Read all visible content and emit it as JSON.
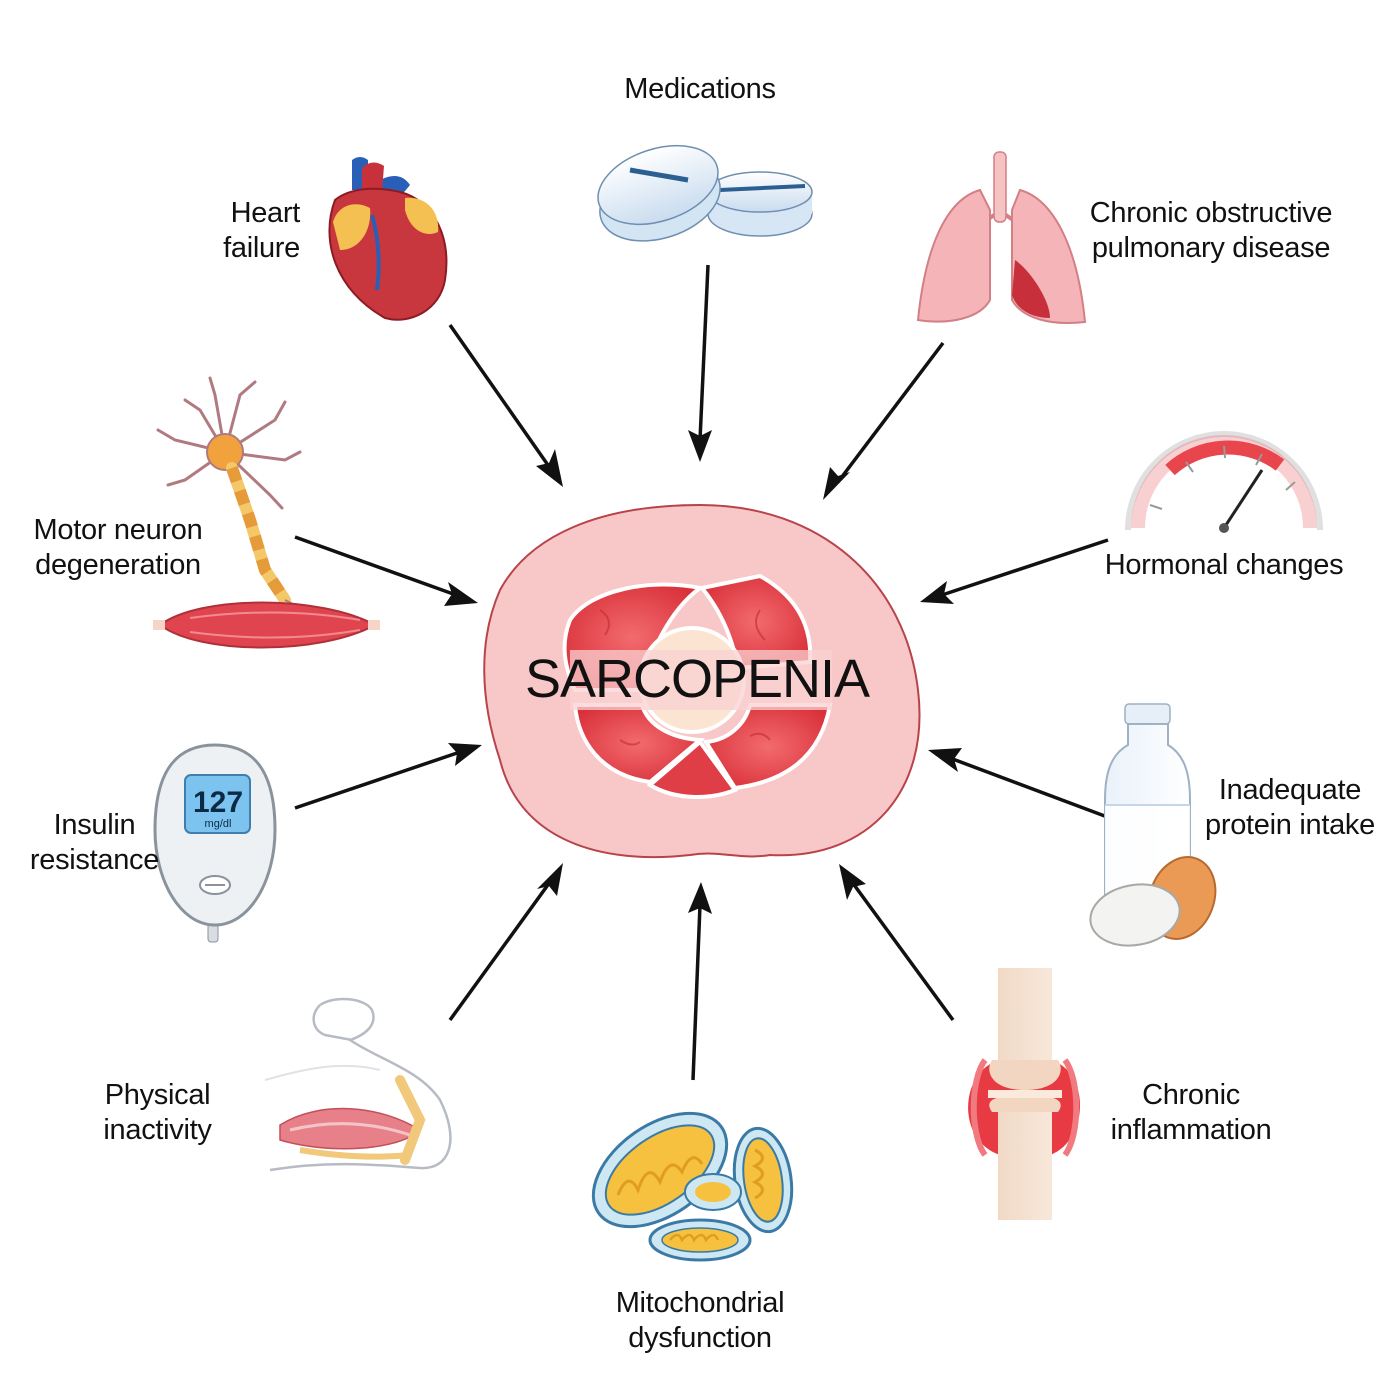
{
  "center": {
    "title": "SARCOPENIA"
  },
  "factors": {
    "medications": [
      "Medications"
    ],
    "heart_failure": [
      "Heart",
      "failure"
    ],
    "copd": [
      "Chronic obstructive",
      "pulmonary disease"
    ],
    "motor_neuron": [
      "Motor neuron",
      "degeneration"
    ],
    "hormonal": [
      "Hormonal changes"
    ],
    "insulin": [
      "Insulin",
      "resistance"
    ],
    "protein": [
      "Inadequate",
      "protein intake"
    ],
    "physical": [
      "Physical",
      "inactivity"
    ],
    "mitochondrial": [
      "Mitochondrial",
      "dysfunction"
    ],
    "inflammation": [
      "Chronic",
      "inflammation"
    ]
  },
  "glucometer": {
    "reading": "127",
    "unit": "mg/dl"
  },
  "icons": [
    "pill-icon",
    "heart-icon",
    "lungs-icon",
    "neuron-icon",
    "gauge-icon",
    "glucometer-icon",
    "milk-eggs-icon",
    "arm-muscle-icon",
    "mitochondria-icon",
    "joint-icon"
  ],
  "colors": {
    "muscle_outer": "#f7c3c3",
    "muscle_inner": "#e8414a",
    "arrow": "#111111"
  }
}
